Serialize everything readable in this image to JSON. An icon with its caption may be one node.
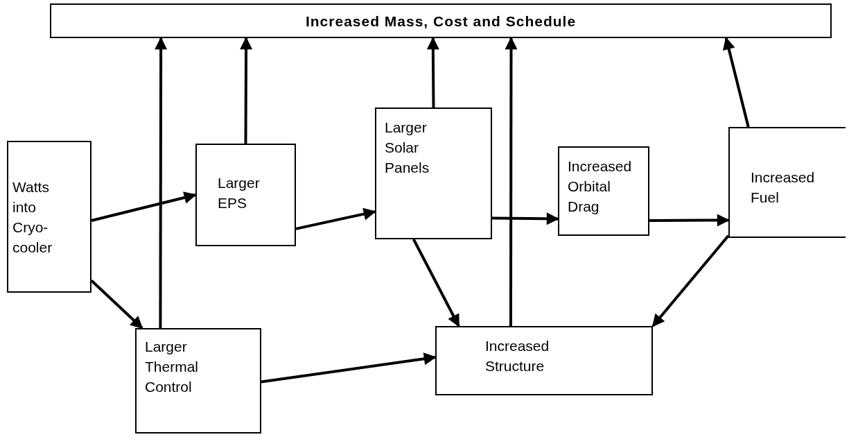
{
  "diagram": {
    "nodes": [
      {
        "text": [
          "Increased Mass, Cost and Schedule"
        ]
      },
      {
        "text": [
          "Watts into Cryo-cooler"
        ]
      },
      {
        "text": [
          "Larger EPS"
        ]
      },
      {
        "text": [
          "Larger Solar Panels"
        ]
      },
      {
        "text": [
          "Increased Orbital Drag"
        ]
      },
      {
        "text": [
          "Increased Fuel"
        ]
      },
      {
        "text": [
          "Larger Thermal Control"
        ]
      },
      {
        "text": [
          "Increased Structure"
        ]
      }
    ],
    "edges": [
      {
        "from": 1,
        "to": 2,
        "arrow": "to"
      },
      {
        "from": 1,
        "to": 6,
        "arrow": "to"
      },
      {
        "from": 2,
        "to": 3,
        "arrow": "to"
      },
      {
        "from": 3,
        "to": 4,
        "arrow": "to"
      },
      {
        "from": 4,
        "to": 5,
        "arrow": "to"
      },
      {
        "from": 6,
        "to": 0,
        "arrow": "to"
      },
      {
        "from": 2,
        "to": 0,
        "arrow": "to"
      },
      {
        "from": 3,
        "to": 0,
        "arrow": "to"
      },
      {
        "from": 7,
        "to": 0,
        "arrow": "to"
      },
      {
        "from": 5,
        "to": 0,
        "arrow": "to"
      },
      {
        "from": 3,
        "to": 7,
        "arrow": "to"
      },
      {
        "from": 5,
        "to": 7,
        "arrow": "to"
      },
      {
        "from": 6,
        "to": 7,
        "arrow": "to"
      }
    ]
  }
}
